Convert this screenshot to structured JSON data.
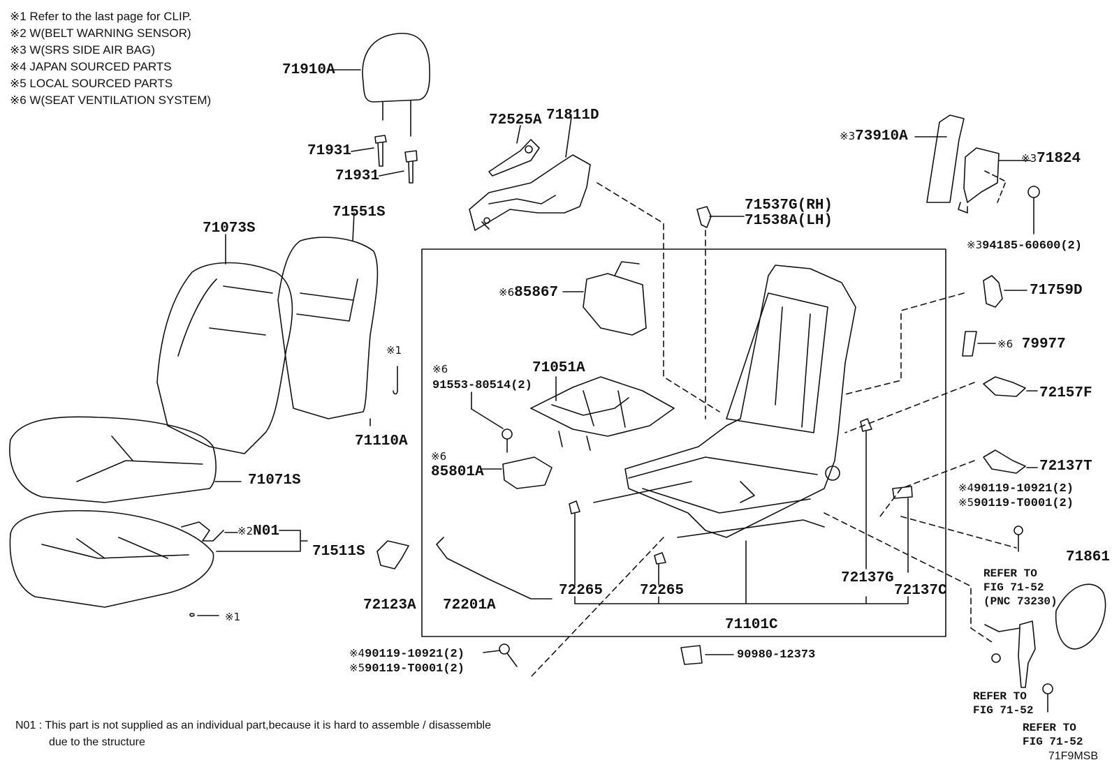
{
  "notes": [
    "※1  Refer to the last page for CLIP.",
    "※2  W(BELT WARNING SENSOR)",
    "※3  W(SRS SIDE AIR BAG)",
    "※4  JAPAN SOURCED PARTS",
    "※5  LOCAL SOURCED PARTS",
    "※6  W(SEAT VENTILATION SYSTEM)"
  ],
  "parts": {
    "p71910A": "71910A",
    "p71931a": "71931",
    "p71931b": "71931",
    "p72525A": "72525A",
    "p71811D": "71811D",
    "p73910A_mark": "※3",
    "p73910A": "73910A",
    "p71824_mark": "※3",
    "p71824": "71824",
    "p71537G": "71537G(RH)",
    "p71538A": "71538A(LH)",
    "p394185_mark": "※3",
    "p394185": "94185-60600(2)",
    "p71073S": "71073S",
    "p71551S": "71551S",
    "p85867_mark": "※6",
    "p85867": "85867",
    "p71759D": "71759D",
    "p79977_mark": "※6",
    "p79977": "79977",
    "clip1_mark": "※1",
    "p91553_mark": "※6",
    "p91553": "91553-80514(2)",
    "p71051A": "71051A",
    "p72157F": "72157F",
    "p71110A": "71110A",
    "p85801A_mark": "※6",
    "p85801A": "85801A",
    "p72137T": "72137T",
    "p71071S": "71071S",
    "p4_90119_mark": "※4",
    "p4_90119": "90119-10921(2)",
    "p5_90119_mark": "※5",
    "p5_90119": "90119-T0001(2)",
    "pN01_mark": "※2",
    "pN01": "N01",
    "p71511S": "71511S",
    "p71861": "71861",
    "ref1a": "REFER TO",
    "ref1b": "FIG 71-52",
    "ref1c": "(PNC 73230)",
    "p72123A": "72123A",
    "p72201A": "72201A",
    "p72265a": "72265",
    "p72265b": "72265",
    "p72137G": "72137G",
    "p72137C": "72137C",
    "p71101C": "71101C",
    "clip2_mark": "※1",
    "b4_90119_mark": "※4",
    "b4_90119": "90119-10921(2)",
    "b5_90119_mark": "※5",
    "b5_90119": "90119-T0001(2)",
    "p90980": "90980-12373",
    "ref2a": "REFER TO",
    "ref2b": "FIG 71-52",
    "ref3a": "REFER TO",
    "ref3b": "FIG 71-52"
  },
  "footnote": {
    "line1": "N01 : This part is not supplied as an individual part,because it is hard to assemble / disassemble",
    "line2": "due to the structure"
  },
  "figure_code": "71F9MSB"
}
